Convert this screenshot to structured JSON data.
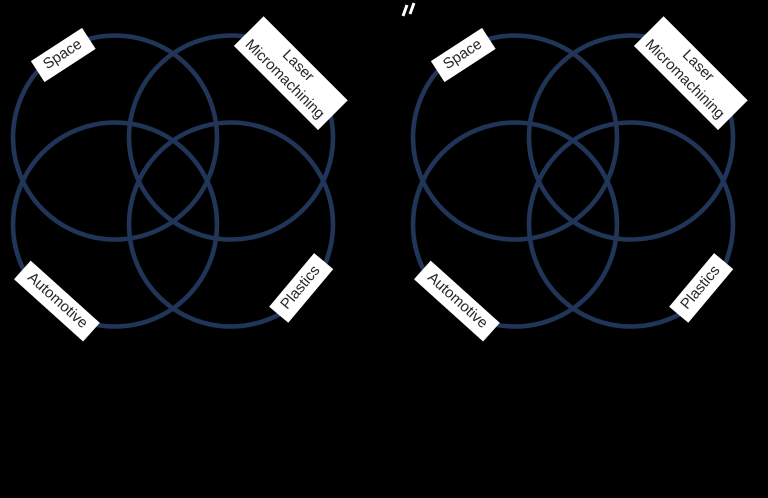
{
  "figure": {
    "description": "Two identical four-set Venn diagrams of overlapping circles",
    "colors": {
      "background": "#000000",
      "circle_stroke": "#203557",
      "label_background": "#ffffff",
      "label_text": "#262626"
    },
    "diagrams": [
      {
        "name": "venn-left",
        "labels": {
          "space": "Space",
          "laser_line1": "Laser",
          "laser_line2": "Micromachining",
          "automotive": "Automotive",
          "plastics": "Plastics"
        }
      },
      {
        "name": "venn-right",
        "labels": {
          "space": "Space",
          "laser_line1": "Laser",
          "laser_line2": "Micromachining",
          "automotive": "Automotive",
          "plastics": "Plastics"
        }
      }
    ]
  }
}
